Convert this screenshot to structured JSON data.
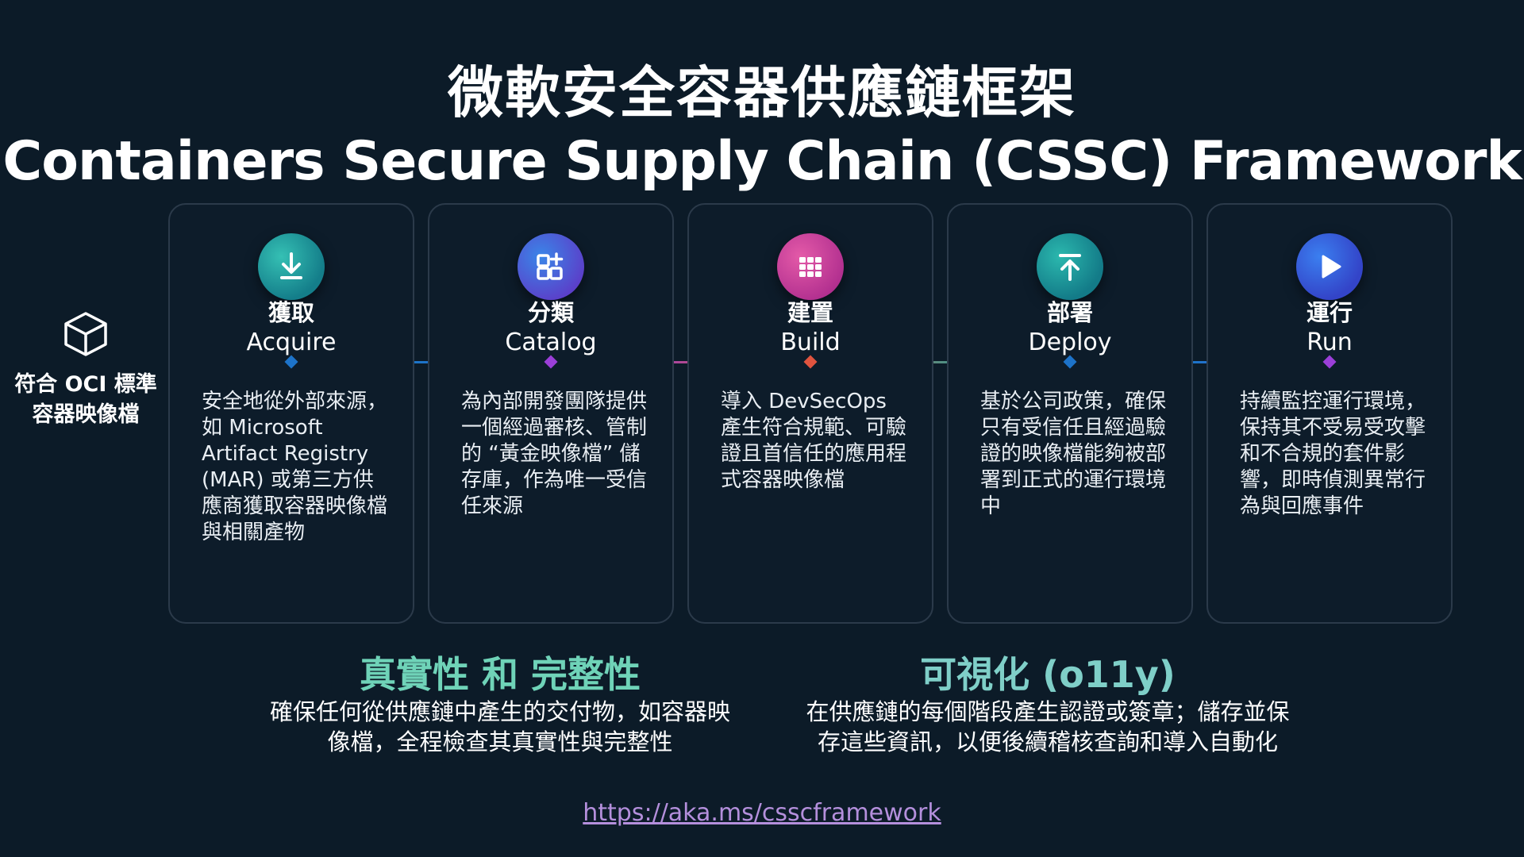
{
  "title": {
    "zh": "微軟安全容器供應鏈框架",
    "en": "Containers Secure Supply Chain (CSSC) Framework"
  },
  "oci": {
    "icon": "cube-icon",
    "label_line1": "符合 OCI 標準",
    "label_line2": "容器映像檔"
  },
  "stages": [
    {
      "zh": "獲取",
      "en": "Acquire",
      "icon": "download-arrow-icon",
      "desc": "安全地從外部來源，如 Microsoft Artifact Registry (MAR) 或第三方供應商獲取容器映像檔與相關產物",
      "color": "#1fa39a"
    },
    {
      "zh": "分類",
      "en": "Catalog",
      "icon": "catalog-grid-plus-icon",
      "desc": "為內部開發團隊提供一個經過審核、管制的 “黃金映像檔” 儲存庫，作為唯一受信任來源",
      "color": "#1d73c9"
    },
    {
      "zh": "建置",
      "en": "Build",
      "icon": "build-grid-icon",
      "desc": "導入 DevSecOps 產生符合規範、可驗證且首信任的應用程式容器映像檔",
      "color": "#e0543f"
    },
    {
      "zh": "部署",
      "en": "Deploy",
      "icon": "upload-arrow-icon",
      "desc": "基於公司政策，確保只有受信任且經過驗證的映像檔能夠被部署到正式的運行環境中",
      "color": "#1fa39a"
    },
    {
      "zh": "運行",
      "en": "Run",
      "icon": "play-icon",
      "desc": "持續監控運行環境，保持其不受易受攻擊和不合規的套件影響，即時偵測異常行為與回應事件",
      "color": "#2a5fd6"
    }
  ],
  "bottom_left": {
    "heading": "真實性 和 完整性",
    "line1": "確保任何從供應鏈中產生的交付物，如容器映",
    "line2": "像檔，全程檢查其真實性與完整性"
  },
  "bottom_right": {
    "heading": "可視化 (o11y)",
    "line1": "在供應鏈的每個階段產生認證或簽章；儲存並保",
    "line2": "存這些資訊，以便後續稽核查詢和導入自動化"
  },
  "link": "https://aka.ms/csscframework"
}
